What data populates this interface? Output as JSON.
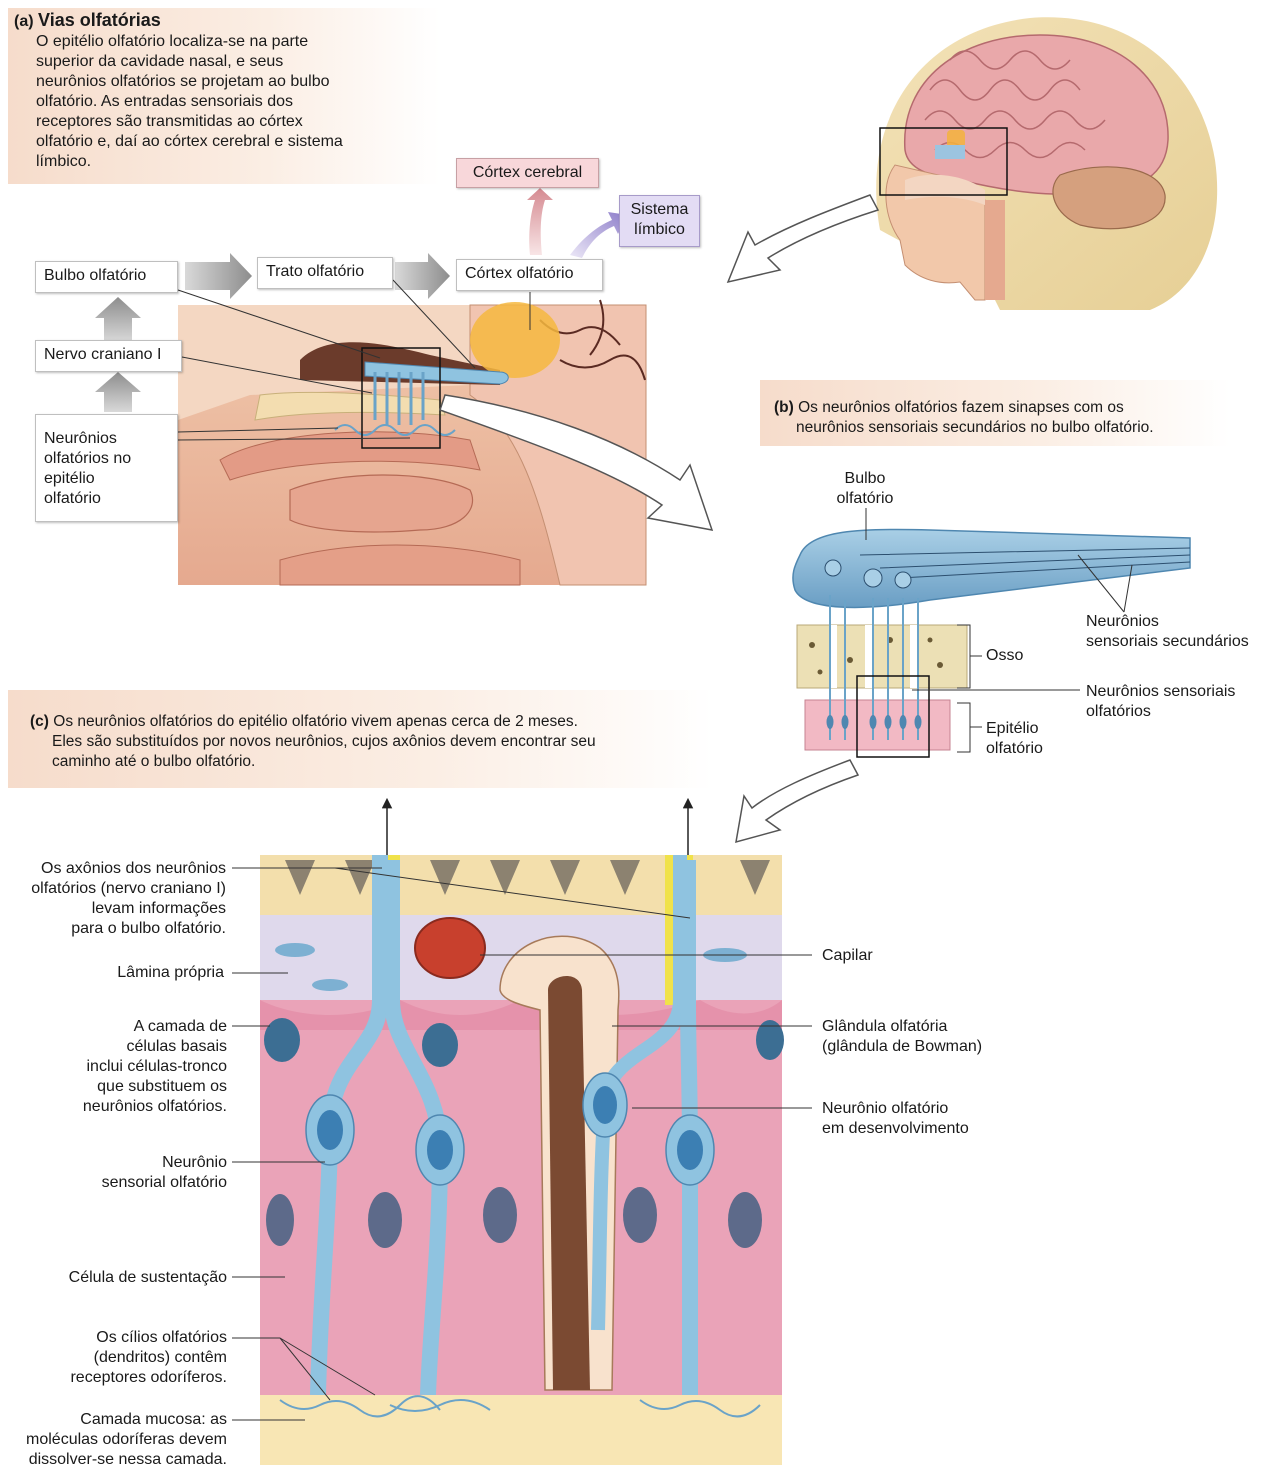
{
  "panel_a": {
    "letter": "(a)",
    "title": "Vias olfatórias",
    "description_lines": [
      "O epitélio olfatório localiza-se na parte",
      "superior da cavidade nasal, e seus",
      "neurônios olfatórios se projetam ao bulbo",
      "olfatório. As entradas sensoriais dos",
      "receptores são transmitidas ao córtex",
      "olfatório e, daí ao córtex cerebral e sistema",
      "límbico."
    ],
    "flow": {
      "bulbo": "Bulbo olfatório",
      "trato": "Trato olfatório",
      "cortex_olfatorio": "Córtex olfatório",
      "cortex_cerebral": "Córtex cerebral",
      "sistema_limbico_lines": [
        "Sistema",
        "límbico"
      ],
      "nervo": "Nervo craniano I",
      "neuronios_lines": [
        "Neurônios",
        "olfatórios no",
        "epitélio",
        "olfatório"
      ]
    }
  },
  "panel_b": {
    "letter": "(b)",
    "caption_lines": [
      "Os neurônios olfatórios fazem sinapses com os",
      "neurônios sensoriais secundários no bulbo olfatório."
    ],
    "labels": {
      "bulbo_lines": [
        "Bulbo",
        "olfatório"
      ],
      "secundarios_lines": [
        "Neurônios",
        "sensoriais secundários"
      ],
      "osso": "Osso",
      "sensoriais_lines": [
        "Neurônios sensoriais",
        "olfatórios"
      ],
      "epitelio_lines": [
        "Epitélio",
        "olfatório"
      ]
    }
  },
  "panel_c": {
    "letter": "(c)",
    "caption_lines": [
      "Os neurônios olfatórios do epitélio olfatório vivem apenas cerca de 2 meses.",
      "Eles são substituídos por novos neurônios, cujos axônios devem encontrar seu",
      "caminho até o bulbo olfatório."
    ],
    "left_labels": {
      "axonios_lines": [
        "Os axônios dos neurônios",
        "olfatórios (nervo craniano I)",
        "levam informações",
        "para o bulbo olfatório."
      ],
      "lamina": "Lâmina própria",
      "basais_lines": [
        "A camada de",
        "células basais",
        "inclui células-tronco",
        "que substituem os",
        "neurônios olfatórios."
      ],
      "neuronio_sensorial_lines": [
        "Neurônio",
        "sensorial olfatório"
      ],
      "sustentacao": "Célula de sustentação",
      "cilios_lines": [
        "Os cílios olfatórios",
        "(dendritos) contêm",
        "receptores odoríferos."
      ],
      "mucosa_lines": [
        "Camada mucosa: as",
        "moléculas odoríferas devem",
        "dissolver-se nessa camada."
      ]
    },
    "right_labels": {
      "capilar": "Capilar",
      "glandula_lines": [
        "Glândula olfatória",
        "(glândula de Bowman)"
      ],
      "desenvolvimento_lines": [
        "Neurônio olfatório",
        "em desenvolvimento"
      ]
    }
  },
  "colors": {
    "caption_bg": "#f6dccb",
    "neuron_blue": "#8fc3e0",
    "epithelium_pink": "#eaa3b8",
    "bone_tan": "#e9dcb4",
    "capillary_red": "#c8402d",
    "axon_yellow": "#f0e24a",
    "limbic_purple": "#e3dcf4",
    "cerebral_pink": "#f8d7da"
  }
}
